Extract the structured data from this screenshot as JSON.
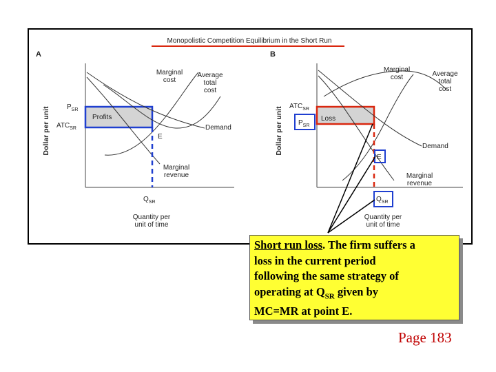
{
  "figure_title": "Monopolistic Competition Equilibrium in the Short Run",
  "panel_a": {
    "letter": "A",
    "y_axis": "Dollar per unit",
    "x_axis_1": "Quantity per",
    "x_axis_2": "unit of time",
    "mc_1": "Marginal",
    "mc_2": "cost",
    "atc_1": "Average",
    "atc_2": "total",
    "atc_3": "cost",
    "demand": "Demand",
    "mr_1": "Marginal",
    "mr_2": "revenue",
    "profits": "Profits",
    "point_e": "E",
    "p_main": "P",
    "p_sub": "SR",
    "atc_main": "ATC",
    "atc_sub": "SR",
    "q_main": "Q",
    "q_sub": "SR"
  },
  "panel_b": {
    "letter": "B",
    "y_axis": "Dollar per unit",
    "x_axis_1": "Quantity per",
    "x_axis_2": "unit of time",
    "mc_1": "Marginal",
    "mc_2": "cost",
    "atc_1": "Average",
    "atc_2": "total",
    "atc_3": "cost",
    "demand": "Demand",
    "mr_1": "Marginal",
    "mr_2": "revenue",
    "loss": "Loss",
    "point_e": "E",
    "atc_main": "ATC",
    "atc_sub": "SR",
    "p_main": "P",
    "p_sub": "SR",
    "q_main": "Q",
    "q_sub": "SR"
  },
  "callout": {
    "heading": "Short run loss",
    "line1_rest": ".  The firm suffers a",
    "line2": "loss in the current period",
    "line3": "following the same strategy of",
    "line4_pre": "operating at Q",
    "line4_sub": "SR",
    "line4_post": "  given by",
    "line5": "MC=MR at point E."
  },
  "page_label": "Page 183",
  "colors": {
    "highlight_red": "#d9270f",
    "highlight_blue": "#1f3fd0",
    "callout_fill": "#ffff33",
    "page_label": "#c00000",
    "shaded_area": "#d4d4d4"
  }
}
